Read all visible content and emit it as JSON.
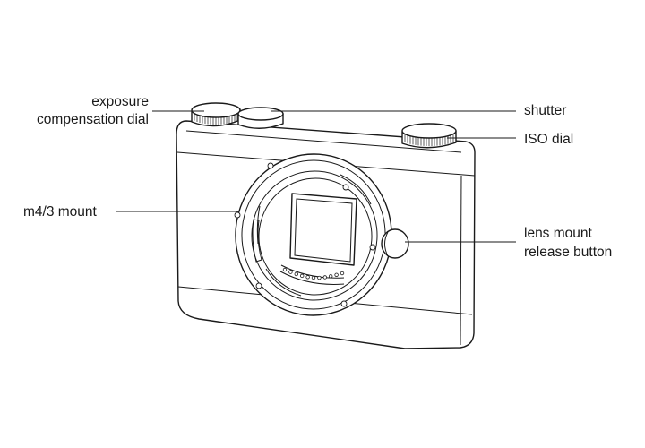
{
  "labels": {
    "exposure_line1": "exposure",
    "exposure_line2": "compensation dial",
    "shutter": "shutter",
    "iso": "ISO dial",
    "mount": "m4/3 mount",
    "release_line1": "lens mount",
    "release_line2": "release button"
  },
  "colors": {
    "line": "#1a1a1a",
    "background": "#ffffff"
  }
}
